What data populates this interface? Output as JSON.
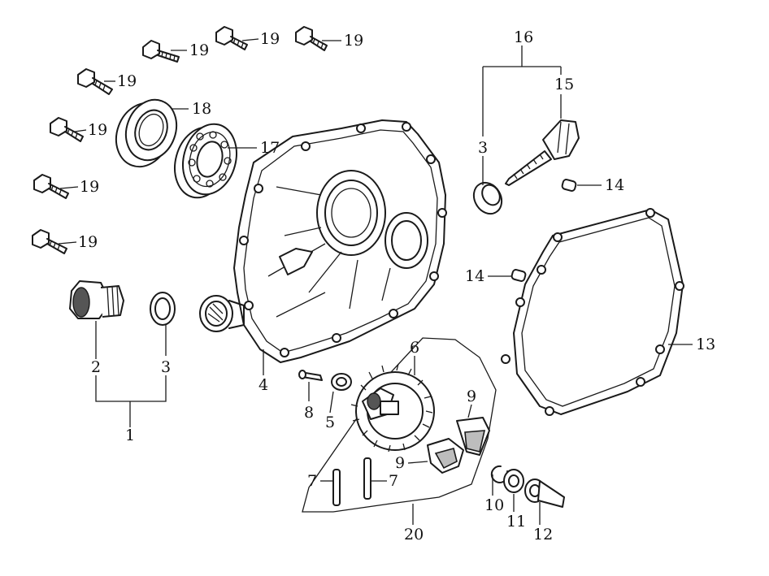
{
  "callouts": {
    "c1": "1",
    "c2": "2",
    "c3a": "3",
    "c3b": "3",
    "c4": "4",
    "c5": "5",
    "c6": "6",
    "c7a": "7",
    "c7b": "7",
    "c8": "8",
    "c9a": "9",
    "c9b": "9",
    "c10": "10",
    "c11": "11",
    "c12": "12",
    "c13": "13",
    "c14a": "14",
    "c14b": "14",
    "c15": "15",
    "c16": "16",
    "c17": "17",
    "c18": "18",
    "c19a": "19",
    "c19b": "19",
    "c19c": "19",
    "c19d": "19",
    "c19e": "19",
    "c19f": "19",
    "c19g": "19",
    "c20": "20"
  }
}
